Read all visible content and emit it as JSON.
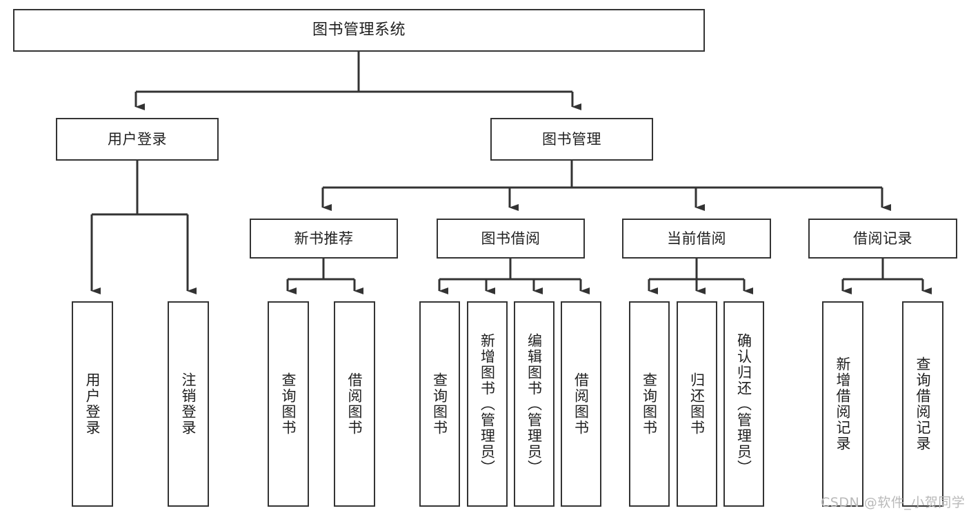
{
  "diagram": {
    "type": "tree",
    "title": "图书管理系统",
    "stroke_color": "#333333",
    "background_color": "#ffffff",
    "text_color": "#1f1f1f",
    "nodes": {
      "root": {
        "label": "图书管理系统"
      },
      "level2": [
        {
          "label": "用户登录"
        },
        {
          "label": "图书管理"
        }
      ],
      "level3": [
        {
          "label": "新书推荐"
        },
        {
          "label": "图书借阅"
        },
        {
          "label": "当前借阅"
        },
        {
          "label": "借阅记录"
        }
      ],
      "leaves": [
        {
          "label": "用户登录",
          "parent": "用户登录"
        },
        {
          "label": "注销登录",
          "parent": "用户登录"
        },
        {
          "label": "查询图书",
          "parent": "新书推荐"
        },
        {
          "label": "借阅图书",
          "parent": "新书推荐"
        },
        {
          "label": "查询图书",
          "parent": "图书借阅"
        },
        {
          "label": "新增图书（管理员）",
          "parent": "图书借阅"
        },
        {
          "label": "编辑图书（管理员）",
          "parent": "图书借阅"
        },
        {
          "label": "借阅图书",
          "parent": "图书借阅"
        },
        {
          "label": "查询图书",
          "parent": "当前借阅"
        },
        {
          "label": "归还图书",
          "parent": "当前借阅"
        },
        {
          "label": "确认归还（管理员）",
          "parent": "当前借阅"
        },
        {
          "label": "新增借阅记录",
          "parent": "借阅记录"
        },
        {
          "label": "查询借阅记录",
          "parent": "借阅记录"
        }
      ]
    }
  },
  "watermark": {
    "text": "CSDN @软件_小贺同学",
    "color": "#b9b9b9"
  }
}
